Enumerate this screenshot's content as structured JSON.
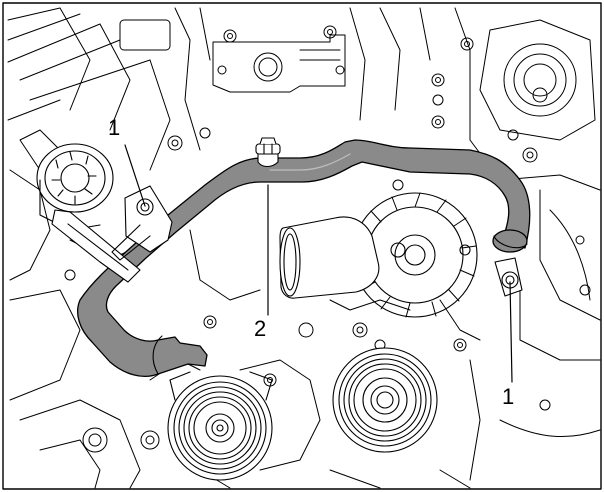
{
  "callouts": [
    {
      "id": "1",
      "label": "1"
    },
    {
      "id": "2",
      "label": "2"
    },
    {
      "id": "1b",
      "label": "1"
    }
  ],
  "colors": {
    "hose_fill": "#8a8a8a",
    "line": "#000000",
    "background": "#ffffff"
  }
}
